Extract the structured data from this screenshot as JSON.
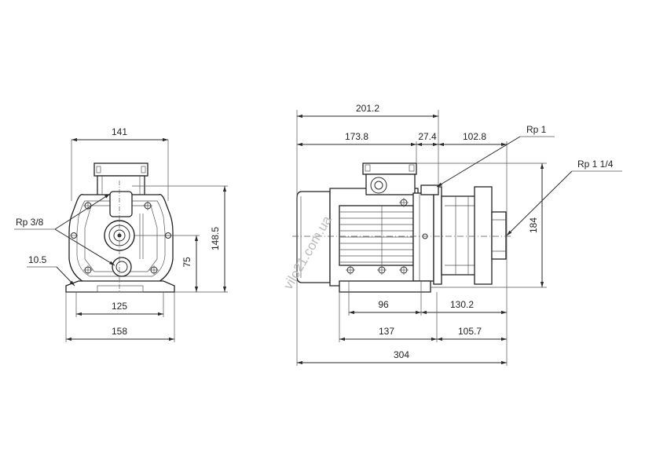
{
  "front_view": {
    "dim_width_top": "141",
    "dim_height_right": "148.5",
    "dim_center_height": "75",
    "dim_feet_holes": "125",
    "dim_base_width": "158",
    "dim_foot_thickness": "10.5",
    "label_thread": "Rp 3/8"
  },
  "side_view": {
    "dim_overall_top": "201.2",
    "dim_motor": "173.8",
    "dim_gap": "27.4",
    "dim_pump": "102.8",
    "dim_height": "184",
    "dim_feet_spacing": "96",
    "dim_feet_to_end": "130.2",
    "dim_base_left": "137",
    "dim_base_right": "105.7",
    "dim_overall_bottom": "304",
    "label_discharge": "Rp 1",
    "label_suction": "Rp 1 1/4"
  },
  "watermark": "vilo21.com.ua",
  "colors": {
    "line": "#2a2a2a",
    "background": "#ffffff"
  }
}
